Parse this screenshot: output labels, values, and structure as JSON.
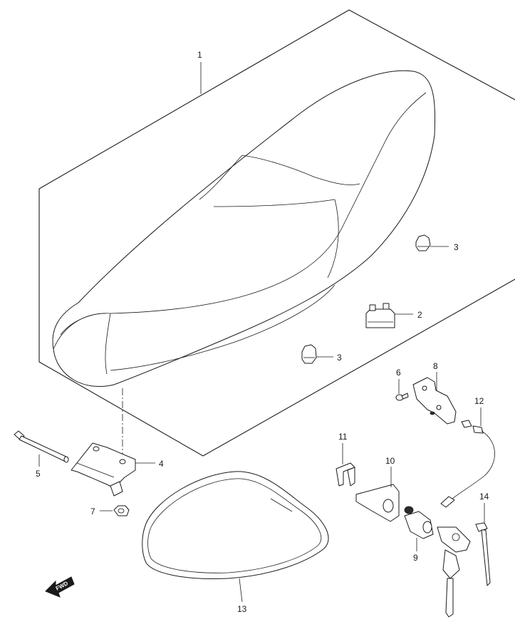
{
  "callouts": {
    "c1": "1",
    "c2": "2",
    "c3a": "3",
    "c3b": "3",
    "c4": "4",
    "c5": "5",
    "c6": "6",
    "c7": "7",
    "c8": "8",
    "c9": "9",
    "c10": "10",
    "c11": "11",
    "c12": "12",
    "c13": "13",
    "c14": "14"
  },
  "direction_label": "FWD"
}
